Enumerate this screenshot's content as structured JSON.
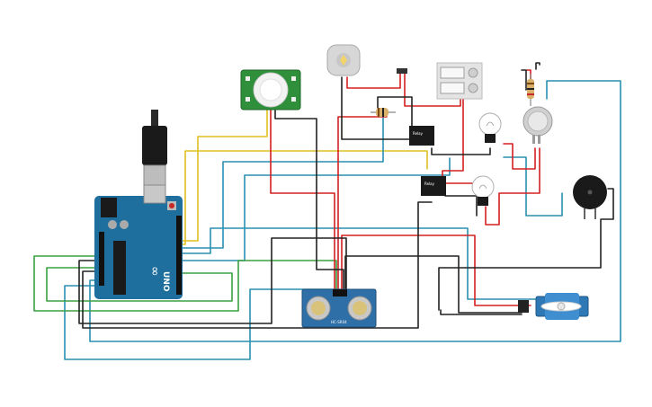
{
  "components": {
    "arduino": {
      "board_label": "UNO",
      "logo_text": "∞"
    },
    "ultrasonic": {
      "label": "HC-SR04"
    },
    "relays": [
      {
        "label": "Relay"
      },
      {
        "label": "Relay"
      }
    ]
  },
  "colors": {
    "wire_black": "#222222",
    "wire_red": "#d32020",
    "wire_blue": "#2a8fb0",
    "wire_yellow": "#e0c020",
    "wire_green": "#3aa040",
    "board_blue": "#1f6f9e",
    "pir_green": "#2f8f3a"
  }
}
